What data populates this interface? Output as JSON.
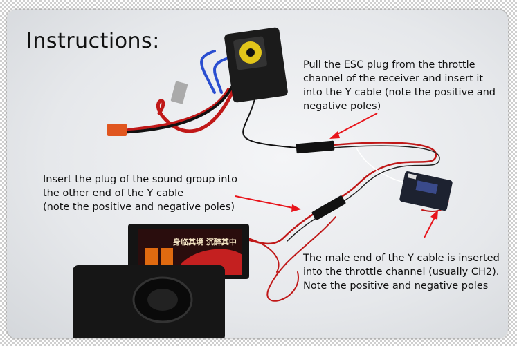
{
  "title": "Instructions:",
  "notes": {
    "esc_plug": [
      "Pull the ESC plug from the throttle",
      "channel of the receiver and insert it",
      "into the Y cable (note the positive and",
      "negative poles)"
    ],
    "sound_group": [
      "Insert the plug of the sound group into",
      "the other end of the Y cable",
      "(note the positive and negative poles)"
    ],
    "male_end": [
      "The male end of the Y cable is inserted",
      "into the throttle channel (usually CH2).",
      "Note the positive and negative poles"
    ]
  },
  "product_slogan": "身临其境 沉醉其中",
  "colors": {
    "arrow": "#e8141b",
    "wire_red": "#d42020",
    "wire_black": "#1a1a1a",
    "text": "#111111"
  }
}
